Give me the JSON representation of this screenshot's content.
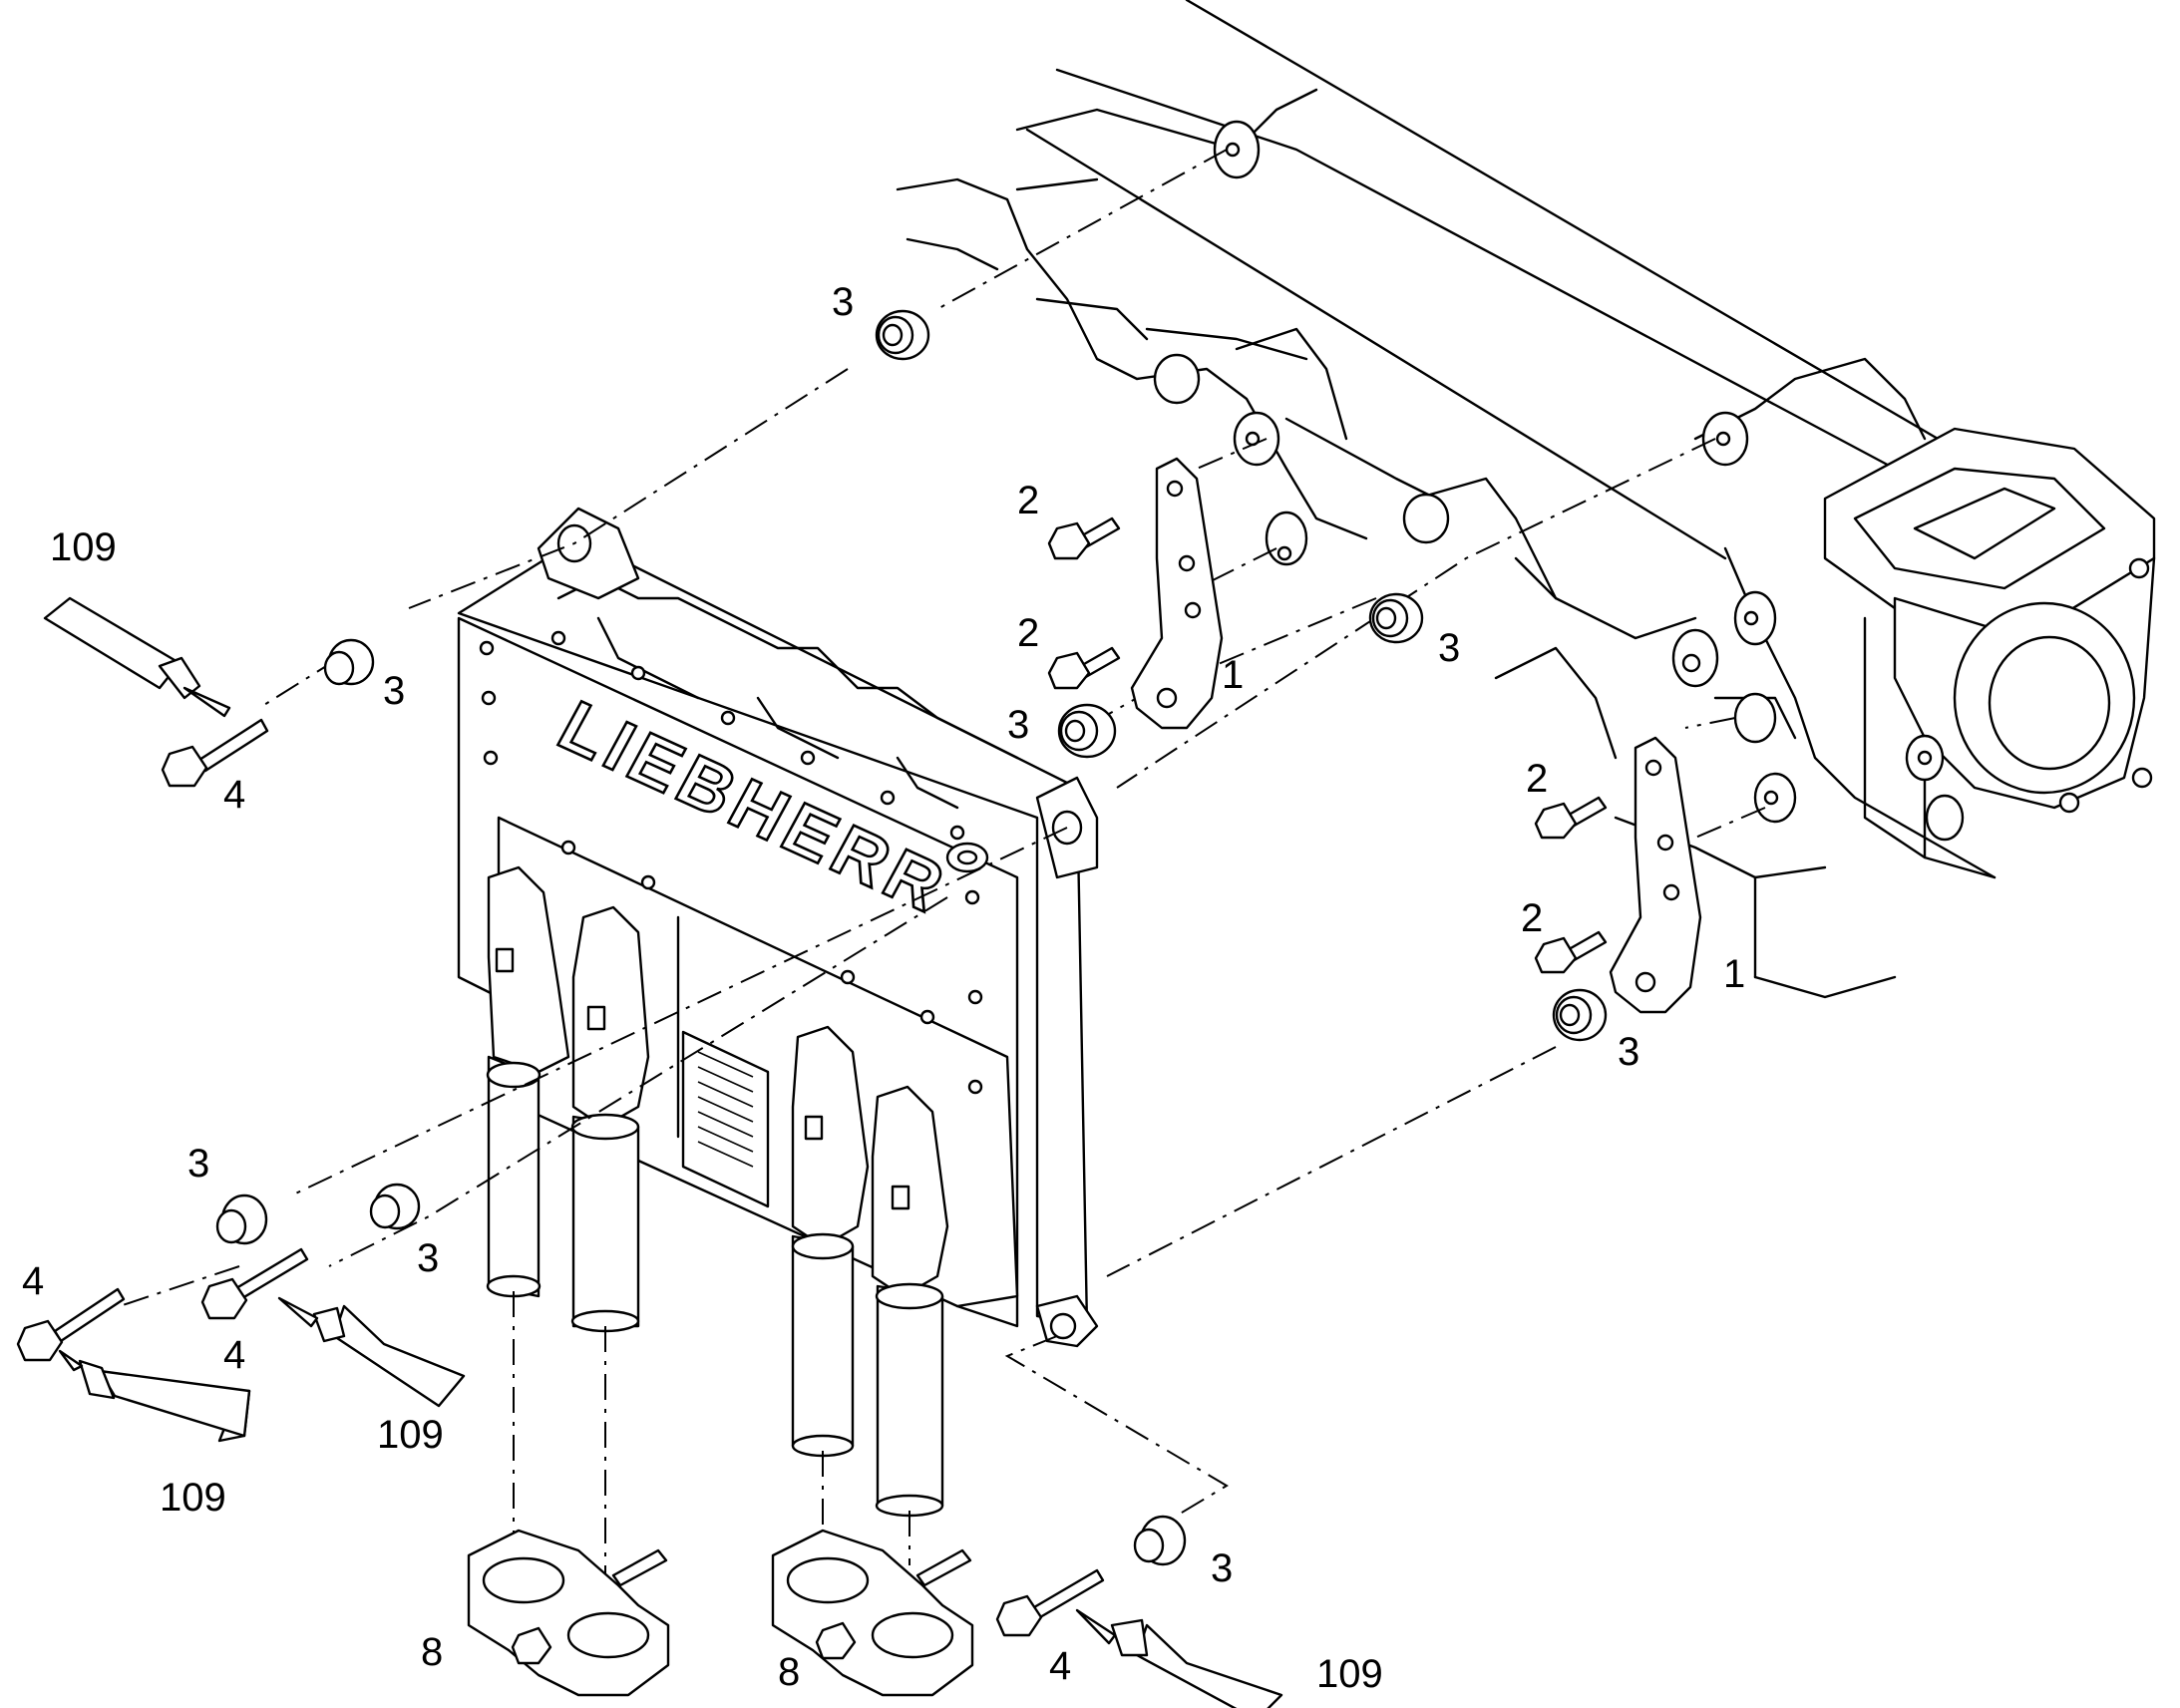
{
  "logo_text": "LIEBHERR",
  "callouts": {
    "c_3_top": "3",
    "c_109_top_left": "109",
    "c_3_upper_left": "3",
    "c_4_upper_left": "4",
    "c_2_a": "2",
    "c_2_b": "2",
    "c_3_mid": "3",
    "c_1_mid": "1",
    "c_3_right_upper": "3",
    "c_2_c": "2",
    "c_2_d": "2",
    "c_1_right": "1",
    "c_3_right_lower": "3",
    "c_3_lower_left_a": "3",
    "c_3_lower_left_b": "3",
    "c_4_lower_left_a": "4",
    "c_4_lower_left_b": "4",
    "c_109_lower_a": "109",
    "c_109_lower_b": "109",
    "c_8_a": "8",
    "c_8_b": "8",
    "c_4_bottom": "4",
    "c_3_bottom": "3",
    "c_109_bottom": "109"
  }
}
